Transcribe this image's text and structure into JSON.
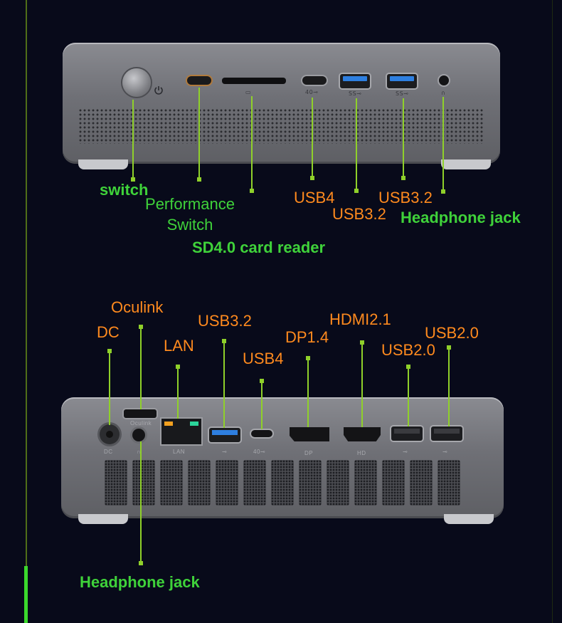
{
  "colors": {
    "background": "#080a1a",
    "label_green": "#3fd23a",
    "label_orange": "#ff8a1e",
    "leader_line": "#8fd02a",
    "usb3_blue": "#2e7fe0"
  },
  "front": {
    "icons": {
      "power": "power-icon",
      "sd": "sd-icon",
      "usb4": "usb4-icon",
      "usb3": "usb-ss-icon",
      "headphone": "headphone-icon"
    },
    "port_marks": {
      "sd": "▭",
      "usb4": "40⊸",
      "usb3_a": "SS⊸",
      "usb3_b": "SS⊸",
      "headphone": "∩"
    },
    "labels": {
      "switch": "switch",
      "performance_switch_1": "Performance",
      "performance_switch_2": "Switch",
      "sd_reader": "SD4.0 card reader",
      "usb4": "USB4",
      "usb32_a": "USB3.2",
      "usb32_b": "USB3.2",
      "headphone": "Headphone jack"
    }
  },
  "back": {
    "port_marks": {
      "dc": "DC",
      "oculink": "Oculink",
      "headphone": "∩",
      "lan": "LAN",
      "usb3": "⊸",
      "usb4": "40⊸",
      "dp": "DP",
      "hdmi": "HD",
      "usb2_a": "⊸",
      "usb2_b": "⊸"
    },
    "labels": {
      "dc": "DC",
      "oculink": "Oculink",
      "lan": "LAN",
      "usb32": "USB3.2",
      "usb4": "USB4",
      "dp": "DP1.4",
      "hdmi": "HDMI2.1",
      "usb20_a": "USB2.0",
      "usb20_b": "USB2.0",
      "headphone": "Headphone jack"
    }
  }
}
